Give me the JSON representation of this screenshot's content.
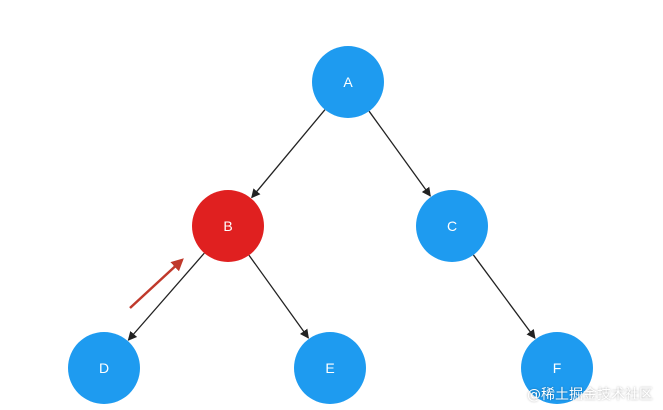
{
  "diagram": {
    "type": "binary-tree",
    "nodes": [
      {
        "id": "A",
        "label": "A",
        "color": "#1E9BF0"
      },
      {
        "id": "B",
        "label": "B",
        "color": "#E02020"
      },
      {
        "id": "C",
        "label": "C",
        "color": "#1E9BF0"
      },
      {
        "id": "D",
        "label": "D",
        "color": "#1E9BF0"
      },
      {
        "id": "E",
        "label": "E",
        "color": "#1E9BF0"
      },
      {
        "id": "F",
        "label": "F",
        "color": "#1E9BF0"
      }
    ],
    "edges": [
      {
        "from": "A",
        "to": "B"
      },
      {
        "from": "A",
        "to": "C"
      },
      {
        "from": "B",
        "to": "D"
      },
      {
        "from": "B",
        "to": "E"
      },
      {
        "from": "C",
        "to": "F"
      }
    ],
    "highlight_arrow": {
      "from": "D",
      "to": "B",
      "color": "#C0392B"
    },
    "edge_color": "#222222"
  },
  "watermark": "@稀土掘金技术社区"
}
